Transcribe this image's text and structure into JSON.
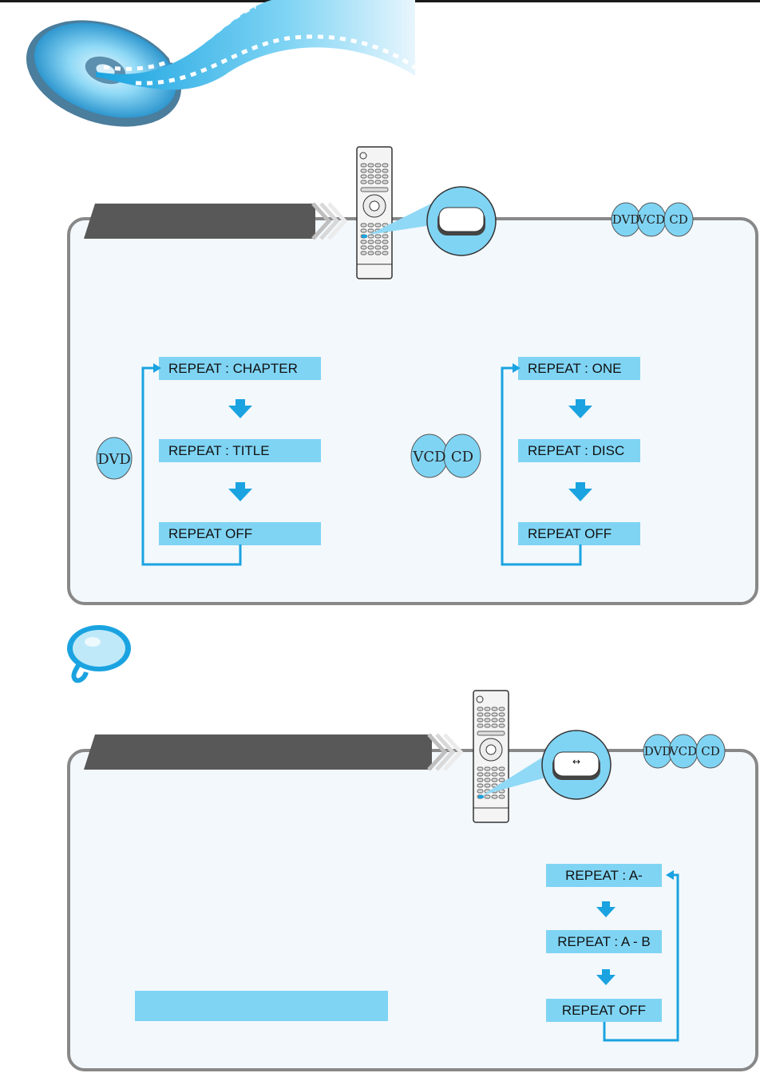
{
  "header": {
    "icon": "disc-film-icon"
  },
  "section1": {
    "icon": "remote-control-icon",
    "button_icon": "repeat-button-icon",
    "badges": [
      "DVD",
      "VCD",
      "CD"
    ],
    "dvd_badge": "DVD",
    "vcd_badge": "VCD",
    "cd_badge": "CD",
    "dvd_flow": [
      "REPEAT : CHAPTER",
      "REPEAT : TITLE",
      "REPEAT OFF"
    ],
    "vcd_cd_flow": [
      "REPEAT : ONE",
      "REPEAT : DISC",
      "REPEAT OFF"
    ]
  },
  "note": {
    "icon": "magnifier-note-icon"
  },
  "section2": {
    "icon": "remote-control-icon",
    "button_symbol": "↔",
    "badges": [
      "DVD",
      "VCD",
      "CD"
    ],
    "flow": [
      "REPEAT : A-",
      "REPEAT : A - B",
      "REPEAT OFF"
    ]
  },
  "colors": {
    "accent": "#7fd4f4",
    "arrow": "#1aa3e0",
    "panel_border": "#888888",
    "tab": "#585858"
  }
}
